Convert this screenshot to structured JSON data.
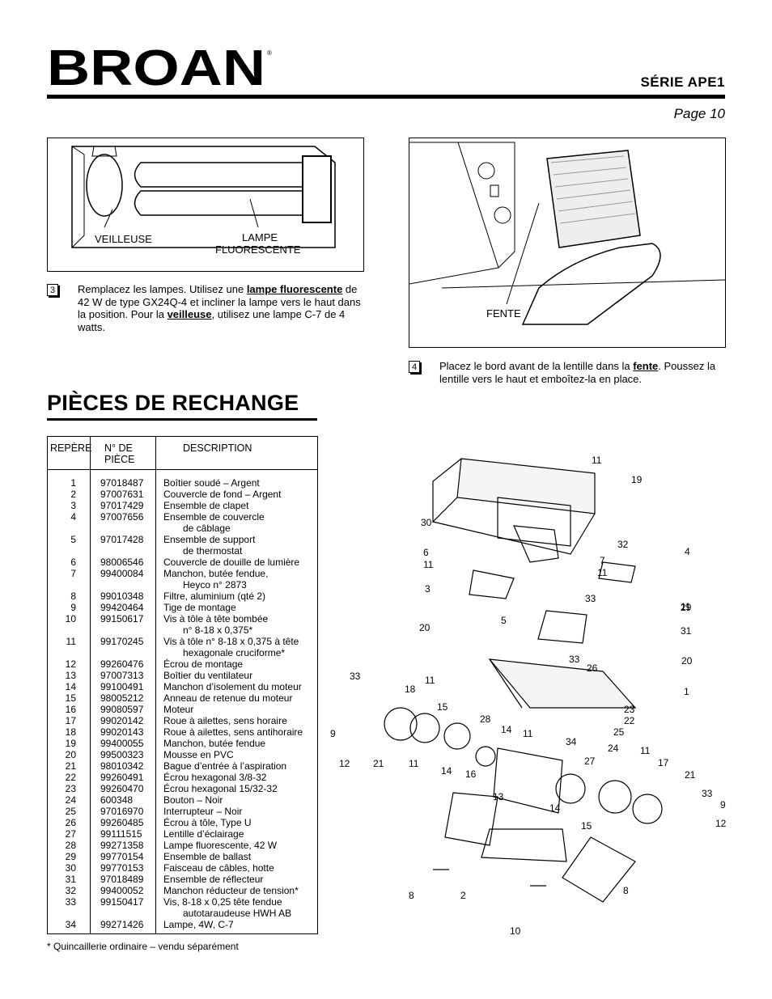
{
  "header": {
    "brand": "BROAN",
    "series": "SÉRIE APE1",
    "page": "Page 10"
  },
  "figure_left": {
    "label_night_light": "VEILLEUSE",
    "label_lamp_line1": "LAMPE",
    "label_lamp_line2": "FLUORESCENTE"
  },
  "figure_right": {
    "label_slot": "FENTE"
  },
  "step3": {
    "number": "3",
    "t1": "Remplacez les lampes. Utilisez une ",
    "t2": "lampe fluorescente",
    "t3": " de 42 W de type GX24Q-4 et incliner la lampe vers le haut dans la position. Pour la ",
    "t4": "veilleuse",
    "t5": ", utilisez une lampe C-7 de 4 watts."
  },
  "step4": {
    "number": "4",
    "t1": "Placez le bord avant de la lentille dans la ",
    "t2": "fente",
    "t3": ". Poussez la lentille vers le haut et emboîtez-la en place."
  },
  "section_title": "PIÈCES DE RECHANGE",
  "parts_table": {
    "col_ref": "REPÈRE",
    "col_part_1": "N° DE",
    "col_part_2": "PIÈCE",
    "col_desc": "DESCRIPTION",
    "rows": [
      {
        "ref": "1",
        "part": "97018487",
        "desc": "Boîtier soudé – Argent",
        "desc2": ""
      },
      {
        "ref": "2",
        "part": "97007631",
        "desc": "Couvercle de fond – Argent",
        "desc2": ""
      },
      {
        "ref": "3",
        "part": "97017429",
        "desc": "Ensemble de clapet",
        "desc2": ""
      },
      {
        "ref": "4",
        "part": "97007656",
        "desc": "Ensemble de couvercle",
        "desc2": "de câblage"
      },
      {
        "ref": "5",
        "part": "97017428",
        "desc": "Ensemble de support",
        "desc2": "de thermostat"
      },
      {
        "ref": "6",
        "part": "98006546",
        "desc": "Couvercle de douille de lumière",
        "desc2": ""
      },
      {
        "ref": "7",
        "part": "99400084",
        "desc": "Manchon, butée fendue,",
        "desc2": "Heyco n° 2873"
      },
      {
        "ref": "8",
        "part": "99010348",
        "desc": "Filtre, aluminium (qté 2)",
        "desc2": ""
      },
      {
        "ref": "9",
        "part": "99420464",
        "desc": "Tige de montage",
        "desc2": ""
      },
      {
        "ref": "10",
        "part": "99150617",
        "desc": "Vis à tôle à tête bombée",
        "desc2": "n° 8-18 x 0,375*"
      },
      {
        "ref": "11",
        "part": "99170245",
        "desc": "Vis à tôle n° 8-18 x 0,375 à tête",
        "desc2": "hexagonale cruciforme*"
      },
      {
        "ref": "12",
        "part": "99260476",
        "desc": "Écrou de montage",
        "desc2": ""
      },
      {
        "ref": "13",
        "part": "97007313",
        "desc": "Boîtier du ventilateur",
        "desc2": ""
      },
      {
        "ref": "14",
        "part": "99100491",
        "desc": "Manchon d’isolement du moteur",
        "desc2": ""
      },
      {
        "ref": "15",
        "part": "98005212",
        "desc": "Anneau de retenue du moteur",
        "desc2": ""
      },
      {
        "ref": "16",
        "part": "99080597",
        "desc": "Moteur",
        "desc2": ""
      },
      {
        "ref": "17",
        "part": "99020142",
        "desc": "Roue à ailettes, sens horaire",
        "desc2": ""
      },
      {
        "ref": "18",
        "part": "99020143",
        "desc": "Roue à ailettes, sens antihoraire",
        "desc2": ""
      },
      {
        "ref": "19",
        "part": "99400055",
        "desc": "Manchon, butée fendue",
        "desc2": ""
      },
      {
        "ref": "20",
        "part": "99500323",
        "desc": "Mousse en PVC",
        "desc2": ""
      },
      {
        "ref": "21",
        "part": "98010342",
        "desc": "Bague d’entrée à l’aspiration",
        "desc2": ""
      },
      {
        "ref": "22",
        "part": "99260491",
        "desc": "Écrou hexagonal 3/8-32",
        "desc2": ""
      },
      {
        "ref": "23",
        "part": "99260470",
        "desc": "Écrou hexagonal 15/32-32",
        "desc2": ""
      },
      {
        "ref": "24",
        "part": "600348",
        "desc": "Bouton – Noir",
        "desc2": ""
      },
      {
        "ref": "25",
        "part": "97016970",
        "desc": "Interrupteur – Noir",
        "desc2": ""
      },
      {
        "ref": "26",
        "part": "99260485",
        "desc": "Écrou à tôle, Type U",
        "desc2": ""
      },
      {
        "ref": "27",
        "part": "99111515",
        "desc": "Lentille d’éclairage",
        "desc2": ""
      },
      {
        "ref": "28",
        "part": "99271358",
        "desc": "Lampe fluorescente, 42 W",
        "desc2": ""
      },
      {
        "ref": "29",
        "part": "99770154",
        "desc": "Ensemble de ballast",
        "desc2": ""
      },
      {
        "ref": "30",
        "part": "99770153",
        "desc": "Faisceau de câbles, hotte",
        "desc2": ""
      },
      {
        "ref": "31",
        "part": "97018489",
        "desc": "Ensemble de réflecteur",
        "desc2": ""
      },
      {
        "ref": "32",
        "part": "99400052",
        "desc": "Manchon réducteur de tension*",
        "desc2": ""
      },
      {
        "ref": "33",
        "part": "99150417",
        "desc": "Vis, 8-18 x 0,25 tête fendue",
        "desc2": "autotaraudeuse HWH AB"
      },
      {
        "ref": "34",
        "part": "99271426",
        "desc": "Lampe, 4W, C-7",
        "desc2": ""
      }
    ]
  },
  "footnote": "* Quincaillerie ordinaire – vendu séparément",
  "diagram_callouts": [
    "11",
    "19",
    "30",
    "6",
    "11",
    "32",
    "4",
    "7",
    "11",
    "3",
    "33",
    "11",
    "5",
    "29",
    "20",
    "31",
    "33",
    "26",
    "20",
    "33",
    "11",
    "18",
    "1",
    "15",
    "23",
    "28",
    "22",
    "9",
    "14",
    "11",
    "34",
    "25",
    "24",
    "11",
    "12",
    "21",
    "11",
    "27",
    "17",
    "14",
    "16",
    "21",
    "13",
    "33",
    "9",
    "14",
    "12",
    "15",
    "8",
    "2",
    "8",
    "10"
  ]
}
